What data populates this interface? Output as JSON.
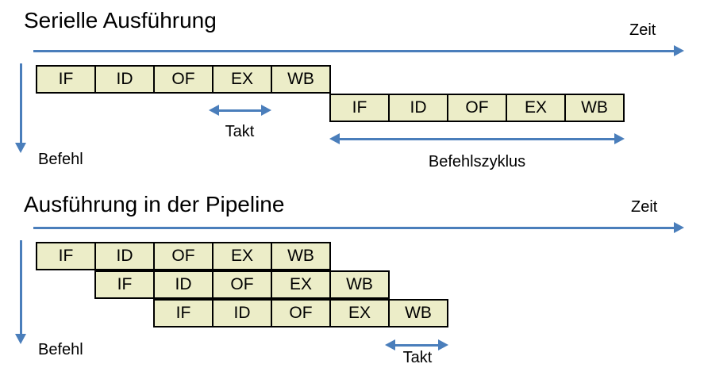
{
  "colors": {
    "accent": "#4A7EBB",
    "box_fill": "#ECEDC8",
    "box_border": "#000000",
    "text": "#000000"
  },
  "sections": {
    "serial": {
      "title": "Serielle Ausführung",
      "time_label": "Zeit",
      "instruction_label": "Befehl",
      "clock_label": "Takt",
      "cycle_label": "Befehlszyklus",
      "rows": [
        {
          "stages": [
            "IF",
            "ID",
            "OF",
            "EX",
            "WB"
          ]
        },
        {
          "stages": [
            "IF",
            "ID",
            "OF",
            "EX",
            "WB"
          ]
        }
      ]
    },
    "pipeline": {
      "title": "Ausführung in der Pipeline",
      "time_label": "Zeit",
      "instruction_label": "Befehl",
      "clock_label": "Takt",
      "rows": [
        {
          "stages": [
            "IF",
            "ID",
            "OF",
            "EX",
            "WB"
          ]
        },
        {
          "stages": [
            "IF",
            "ID",
            "OF",
            "EX",
            "WB"
          ]
        },
        {
          "stages": [
            "IF",
            "ID",
            "OF",
            "EX",
            "WB"
          ]
        }
      ]
    }
  }
}
